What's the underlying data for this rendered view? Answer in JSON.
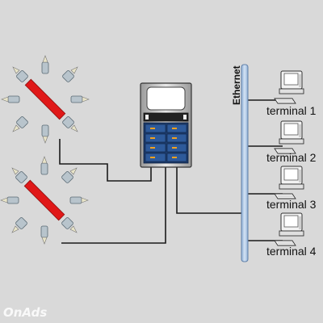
{
  "network": {
    "bus_label": "Ethernet",
    "terminals": [
      {
        "label": "terminal 1"
      },
      {
        "label": "terminal 2"
      },
      {
        "label": "terminal 3"
      },
      {
        "label": "terminal 4"
      }
    ]
  },
  "watermark": "OnAds",
  "colors": {
    "background": "#d9d9d9",
    "bus": "#a9c4e4",
    "sensor_bar": "#e01818",
    "wire": "#1a1a1a"
  }
}
